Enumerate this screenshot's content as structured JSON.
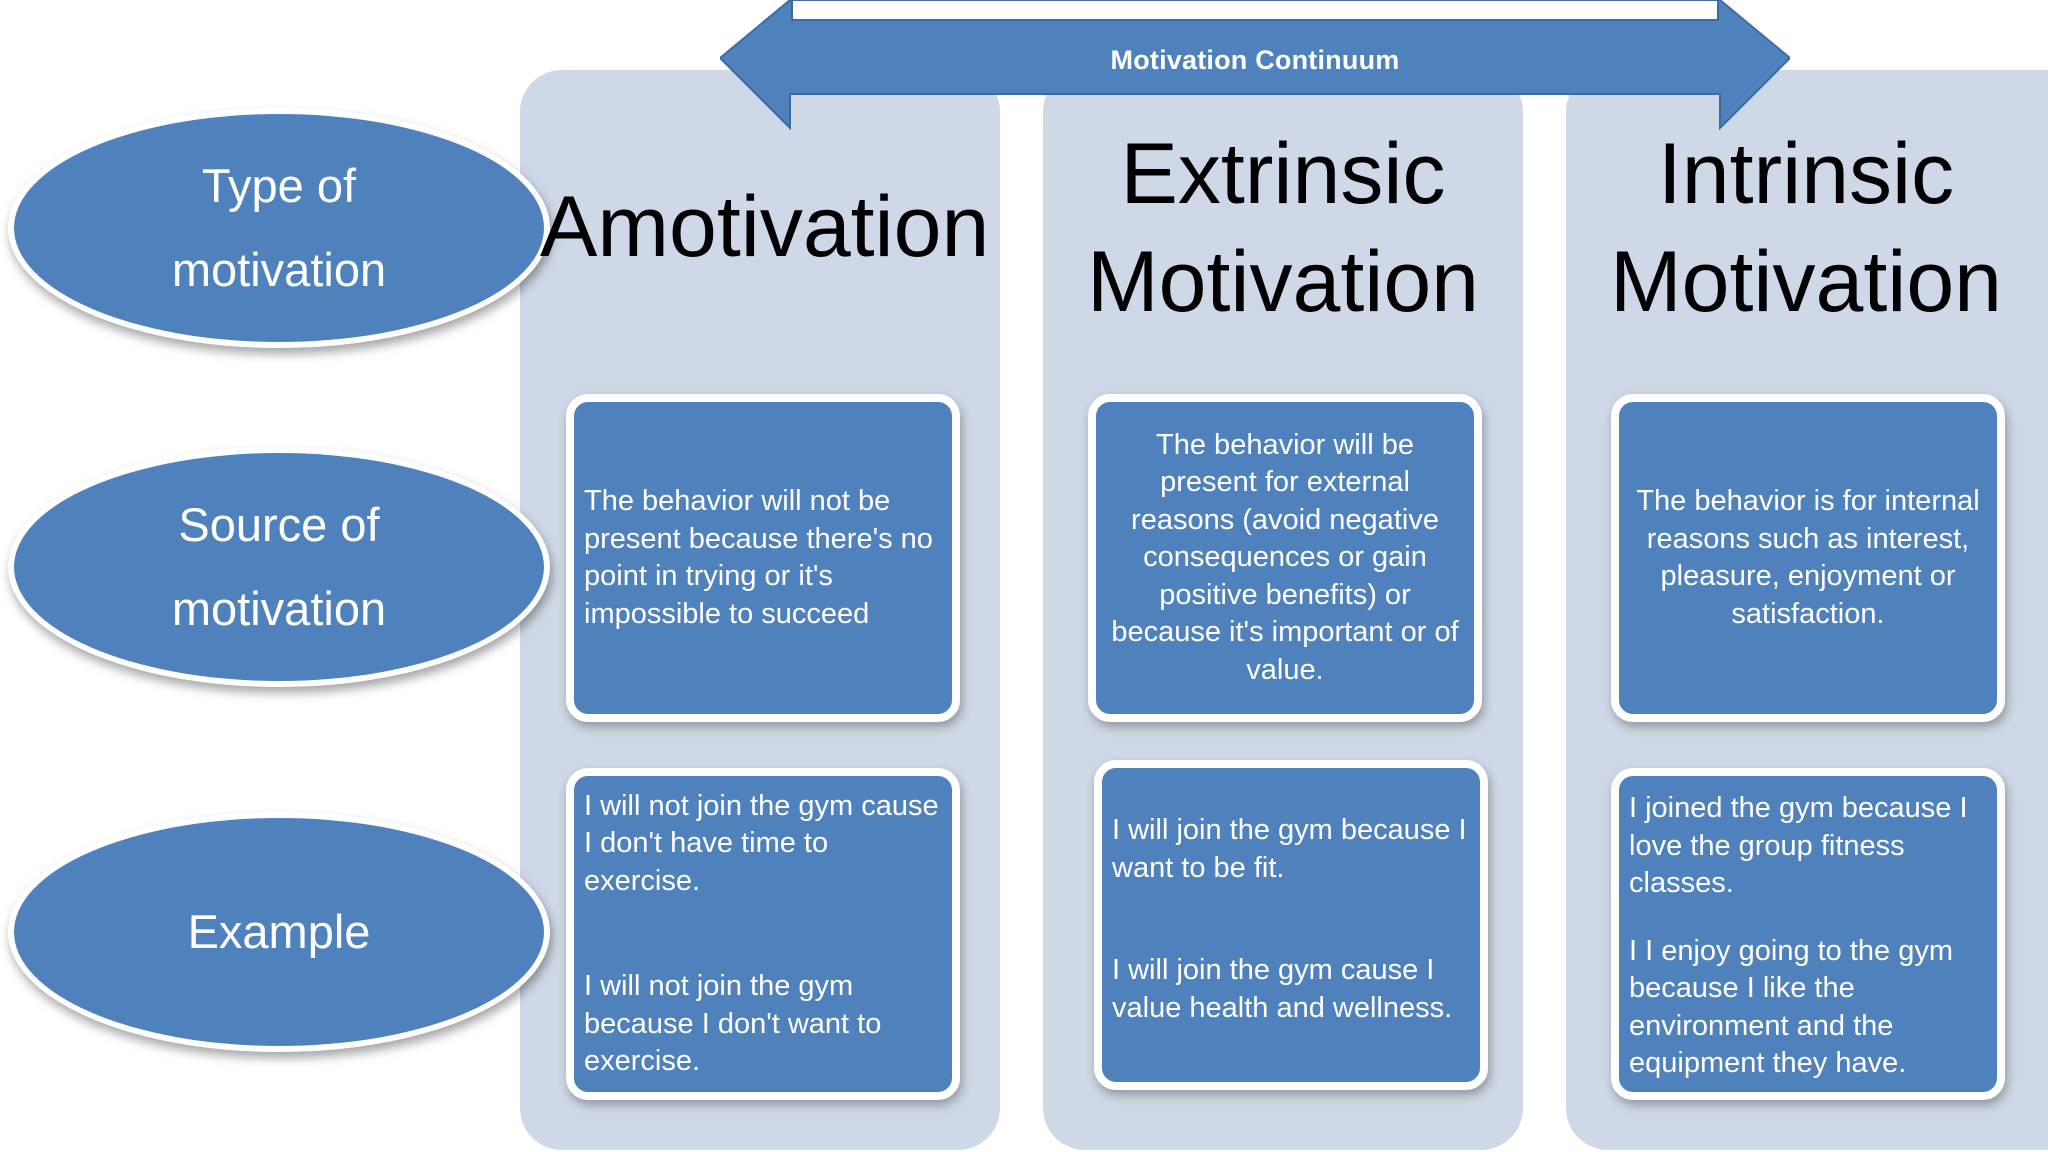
{
  "arrow": {
    "label": "Motivation Continuum",
    "color": "#4f81bd"
  },
  "row_labels": [
    {
      "text": "Type of\nmotivation"
    },
    {
      "text": "Source of\nmotivation"
    },
    {
      "text": "Example"
    }
  ],
  "columns": [
    {
      "heading": "Amotivation",
      "source": "The behavior will not be present because there's no point in trying or it's impossible to succeed",
      "examples": [
        "I will not join the gym cause I don't have time to exercise.",
        "I will not join the gym because I don't want to exercise."
      ]
    },
    {
      "heading": "Extrinsic\nMotivation",
      "source": "The behavior will be present for external reasons (avoid negative consequences or gain positive benefits) or because it's important or of value.",
      "examples": [
        "I will join the gym because I want to be fit.",
        "I will join the gym cause I value health and wellness."
      ]
    },
    {
      "heading": "Intrinsic\nMotivation",
      "source": "The behavior is for internal reasons such as interest, pleasure, enjoyment or satisfaction.",
      "examples": [
        "I joined the gym because I love the group fitness classes.",
        "I I enjoy going to the gym because I like the environment and the equipment they have."
      ]
    }
  ],
  "colors": {
    "box": "#4f81bd",
    "column": "#cfd8e6",
    "text_dark": "#000000"
  }
}
